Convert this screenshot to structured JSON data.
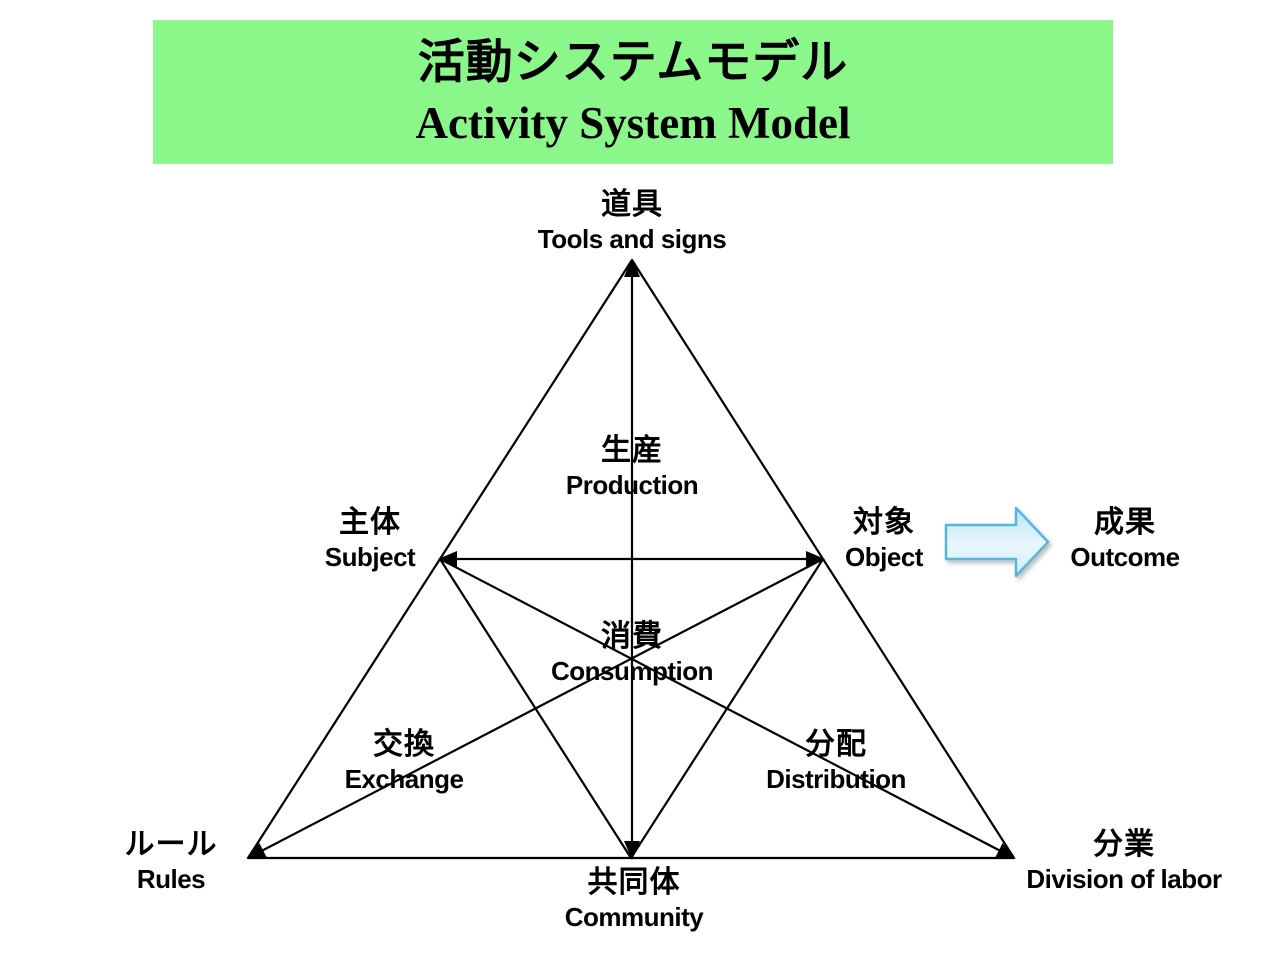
{
  "header": {
    "title_ja": "活動システムモデル",
    "title_en": "Activity System Model",
    "bg_color": "#8bf78b"
  },
  "diagram": {
    "line_color": "#000000",
    "outcome_arrow": {
      "fill_top": "#bfe4f5",
      "fill_mid": "#e9f7fd",
      "fill_bottom": "#cfedf9",
      "border_color": "#56b7de"
    },
    "nodes": {
      "tools": {
        "ja": "道具",
        "en": "Tools and signs"
      },
      "production": {
        "ja": "生産",
        "en": "Production"
      },
      "subject": {
        "ja": "主体",
        "en": "Subject"
      },
      "object": {
        "ja": "対象",
        "en": "Object"
      },
      "outcome": {
        "ja": "成果",
        "en": "Outcome"
      },
      "consumption": {
        "ja": "消費",
        "en": "Consumption"
      },
      "exchange": {
        "ja": "交換",
        "en": "Exchange"
      },
      "distribution": {
        "ja": "分配",
        "en": "Distribution"
      },
      "rules": {
        "ja": "ルール",
        "en": "Rules"
      },
      "community": {
        "ja": "共同体",
        "en": "Community"
      },
      "division": {
        "ja": "分業",
        "en": "Division of labor"
      }
    }
  }
}
